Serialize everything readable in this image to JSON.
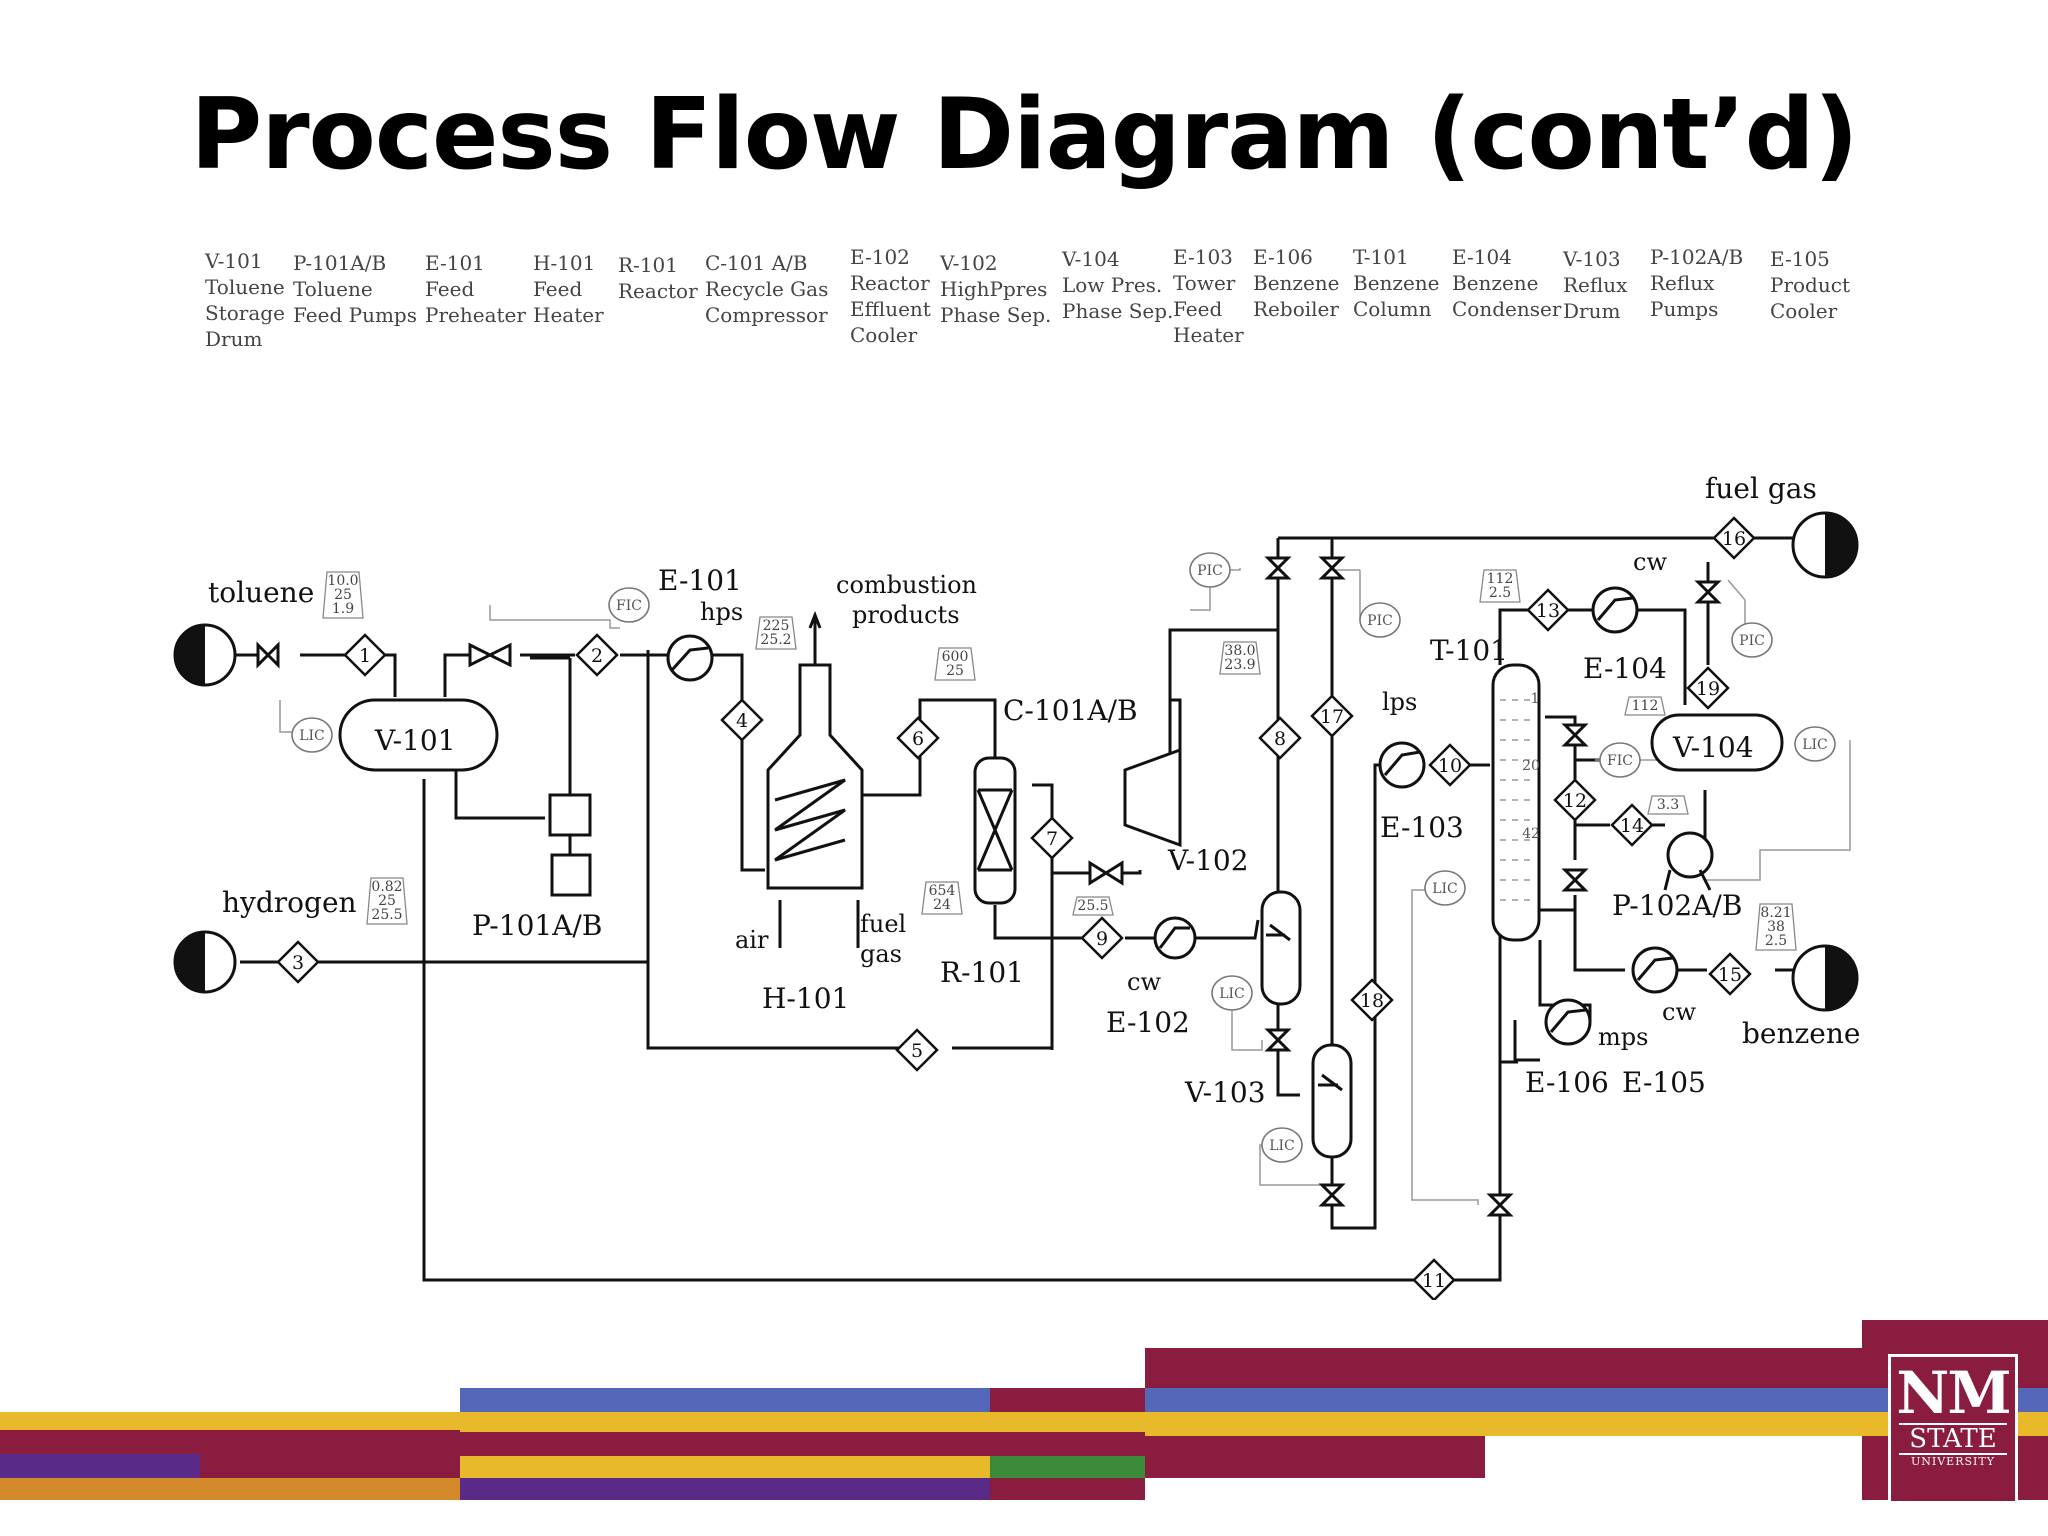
{
  "title": "Process Flow Diagram (cont’d)",
  "legend": [
    {
      "tag": "V-101",
      "lines": [
        "Toluene",
        "Storage",
        "Drum"
      ]
    },
    {
      "tag": "P-101A/B",
      "lines": [
        "Toluene",
        "Feed Pumps"
      ]
    },
    {
      "tag": "E-101",
      "lines": [
        "Feed",
        "Preheater"
      ]
    },
    {
      "tag": "H-101",
      "lines": [
        "Feed",
        "Heater"
      ]
    },
    {
      "tag": "R-101",
      "lines": [
        "Reactor"
      ]
    },
    {
      "tag": "C-101 A/B",
      "lines": [
        "Recycle Gas",
        "Compressor"
      ]
    },
    {
      "tag": "E-102",
      "lines": [
        "Reactor",
        "Effluent",
        "Cooler"
      ]
    },
    {
      "tag": "V-102",
      "lines": [
        "HighPpres",
        "Phase Sep."
      ]
    },
    {
      "tag": "V-104",
      "lines": [
        "Low Pres.",
        "Phase Sep."
      ]
    },
    {
      "tag": "E-103",
      "lines": [
        "Tower",
        "Feed",
        "Heater"
      ]
    },
    {
      "tag": "E-106",
      "lines": [
        "Benzene",
        "Reboiler"
      ]
    },
    {
      "tag": "T-101",
      "lines": [
        "Benzene",
        "Column"
      ]
    },
    {
      "tag": "E-104",
      "lines": [
        "Benzene",
        "Condenser"
      ]
    },
    {
      "tag": "V-103",
      "lines": [
        "Reflux",
        "Drum"
      ]
    },
    {
      "tag": "P-102A/B",
      "lines": [
        "Reflux",
        "Pumps"
      ]
    },
    {
      "tag": "E-105",
      "lines": [
        "Product",
        "Cooler"
      ]
    }
  ],
  "diagram": {
    "feeds": {
      "toluene": "toluene",
      "hydrogen": "hydrogen",
      "fuel_gas": "fuel gas",
      "benzene": "benzene"
    },
    "equipment": {
      "v101": "V-101",
      "p101": "P-101A/B",
      "e101": "E-101",
      "h101": "H-101",
      "r101": "R-101",
      "c101": "C-101A/B",
      "e102": "E-102",
      "v102": "V-102",
      "v103": "V-103",
      "e103": "E-103",
      "t101": "T-101",
      "e104": "E-104",
      "v104": "V-104",
      "p102": "P-102A/B",
      "e105": "E-105",
      "e106": "E-106"
    },
    "utilities": {
      "hps": "hps",
      "combustion": "combustion",
      "products": "products",
      "air": "air",
      "fuel": "fuel",
      "gas": "gas",
      "cw1": "cw",
      "cw2": "cw",
      "cw3": "cw",
      "lps": "lps",
      "mps": "mps"
    },
    "streams": [
      "1",
      "2",
      "3",
      "4",
      "5",
      "6",
      "7",
      "8",
      "9",
      "10",
      "11",
      "12",
      "13",
      "14",
      "15",
      "16",
      "17",
      "18",
      "19"
    ],
    "tray_numbers": [
      "1",
      "20",
      "42"
    ],
    "instruments": {
      "fic1": "FIC",
      "lic1": "LIC",
      "pic1": "PIC",
      "pic2": "PIC",
      "pic3": "PIC",
      "lic2": "LIC",
      "lic3": "LIC",
      "lic4": "LIC",
      "lic5": "LIC",
      "fic2": "FIC"
    },
    "conditions": {
      "toluene_feed": [
        "10.0",
        "25",
        "1.9"
      ],
      "hydrogen_feed": [
        "0.82",
        "25",
        "25.5"
      ],
      "s2": [
        "225",
        "25.2"
      ],
      "s6": [
        "600",
        "25"
      ],
      "s7": [
        "654",
        "24"
      ],
      "s7b": [
        "25.5"
      ],
      "fuelgas": [
        "38.0",
        "23.9"
      ],
      "s13": [
        "112",
        "2.5"
      ],
      "s19": [
        "112"
      ],
      "s14": [
        "3.3"
      ],
      "s15": [
        "8.21",
        "38",
        "2.5"
      ]
    }
  },
  "footer": {
    "logo_line1": "NM",
    "logo_line2": "STATE",
    "logo_line3": "UNIVERSITY"
  },
  "colors": {
    "maroon": "#8a1c3f",
    "gold": "#e8b92a",
    "purple": "#5a2a88",
    "blue": "#5467b8",
    "orange": "#d4892a",
    "green": "#3b8a3a"
  }
}
